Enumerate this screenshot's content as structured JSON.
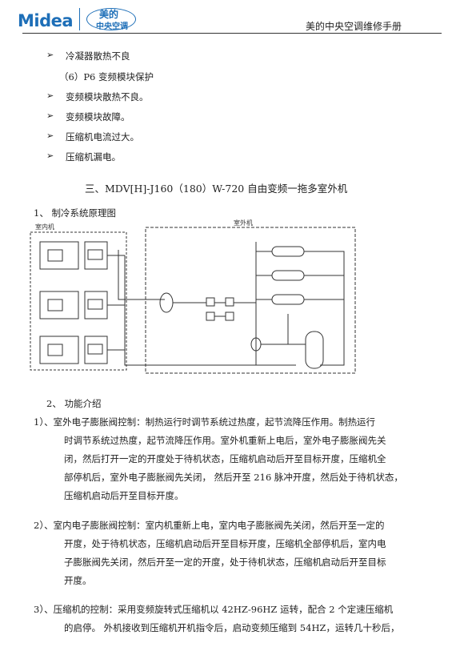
{
  "header": {
    "brand": "Midea",
    "brand_cn_line1": "美的",
    "brand_cn_line2": "中央空调",
    "manual_title": "美的中央空调维修手册"
  },
  "bullets_top": [
    "冷凝器散热不良"
  ],
  "subhead_p6": "（6）P6 变频模块保护",
  "bullets_p6": [
    "变频模块散热不良。",
    "变频模块故障。",
    "压缩机电流过大。",
    "压缩机漏电。"
  ],
  "section_title": "三、MDV[H]-J160（180）W-720 自由变频一拖多室外机",
  "sub1": "1、  制冷系统原理图",
  "diagram": {
    "indoor_label": "室内机",
    "outdoor_label": "室外机"
  },
  "sub2": "2、  功能介绍",
  "paragraphs": [
    {
      "lines": [
        "1）、室外电子膨胀阀控制：制热运行时调节系统过热度，起节流降压作用。制热运行",
        "时调节系统过热度，起节流降压作用。室外机重新上电后，室外电子膨胀阀先关",
        "闭，然后打开一定的开度处于待机状态，压缩机启动后开至目标开度，压缩机全",
        "部停机后，室外电子膨胀阀先关闭， 然后开至 216 脉冲开度，然后处于待机状态，",
        "压缩机启动后开至目标开度。"
      ]
    },
    {
      "lines": [
        "2）、室内电子膨胀阀控制：室内机重新上电，室内电子膨胀阀先关闭，然后开至一定的",
        "开度，处于待机状态，压缩机启动后开至目标开度，压缩机全部停机后，室内电",
        "子膨胀阀先关闭，然后开至一定的开度，处于待机状态，压缩机启动后开至目标",
        "开度。"
      ]
    },
    {
      "lines": [
        "3）、压缩机的控制：采用变频旋转式压缩机以 42HZ-96HZ 运转，配合 2 个定速压缩机",
        "的启停。 外机接收到压缩机开机指令后，启动变频压缩到 54HZ，运转几十秒后，"
      ]
    }
  ]
}
